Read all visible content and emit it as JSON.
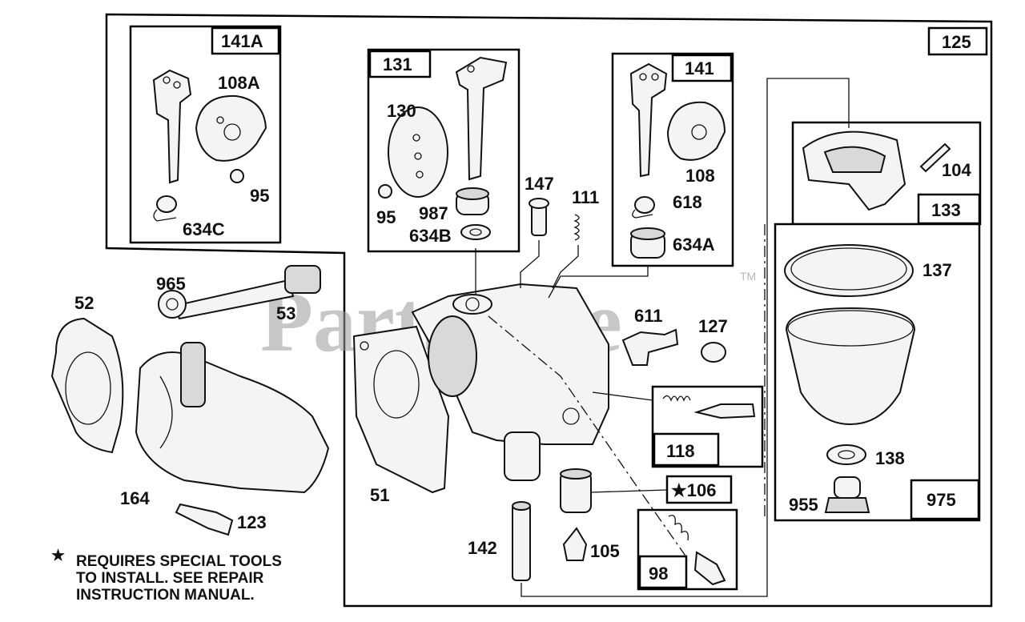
{
  "watermark": {
    "text": "PartsTree",
    "tm": "TM"
  },
  "boxes": {
    "b141A": "141A",
    "b125": "125",
    "b131": "131",
    "b141": "141",
    "b133": "133",
    "b118": "118",
    "b106": "★106",
    "b98": "98",
    "b975": "975"
  },
  "labels": {
    "l108A": "108A",
    "l95a": "95",
    "l634C": "634C",
    "l130": "130",
    "l95b": "95",
    "l987": "987",
    "l634B": "634B",
    "l147": "147",
    "l111": "111",
    "l108": "108",
    "l618": "618",
    "l634A": "634A",
    "l104": "104",
    "l137": "137",
    "l965": "965",
    "l53": "53",
    "l52": "52",
    "l611": "611",
    "l127": "127",
    "l164": "164",
    "l123": "123",
    "l51": "51",
    "l142": "142",
    "l105": "105",
    "l138": "138",
    "l955": "955"
  },
  "note": {
    "star": "★",
    "line1": "REQUIRES SPECIAL TOOLS",
    "line2": "TO INSTALL.  SEE REPAIR",
    "line3": "INSTRUCTION MANUAL."
  }
}
